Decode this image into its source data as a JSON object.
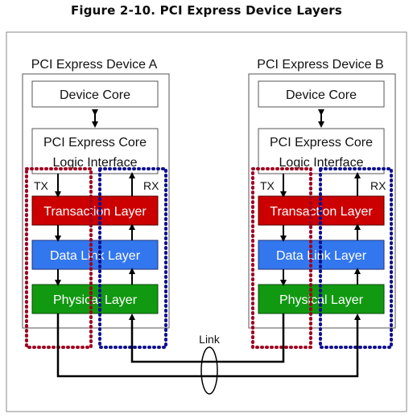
{
  "figure_caption": "Figure 2-10. PCI Express Device Layers",
  "link_label": "Link",
  "devices": [
    {
      "title": "PCI Express Device A",
      "core": "Device Core",
      "interface_line1": "PCI Express Core",
      "interface_line2": "Logic Interface",
      "tx": "TX",
      "rx": "RX",
      "transaction": "Transaction Layer",
      "datalink": "Data Link Layer",
      "physical": "Physical Layer"
    },
    {
      "title": "PCI Express Device B",
      "core": "Device Core",
      "interface_line1": "PCI Express Core",
      "interface_line2": "Logic Interface",
      "tx": "TX",
      "rx": "RX",
      "transaction": "Transaction Layer",
      "datalink": "Data Link Layer",
      "physical": "Physical Layer"
    }
  ],
  "colors": {
    "transaction": "#cc0000",
    "datalink": "#3377ee",
    "physical": "#119911",
    "tx_outline": "#a00020",
    "rx_outline": "#101090",
    "frame": "#888888"
  }
}
